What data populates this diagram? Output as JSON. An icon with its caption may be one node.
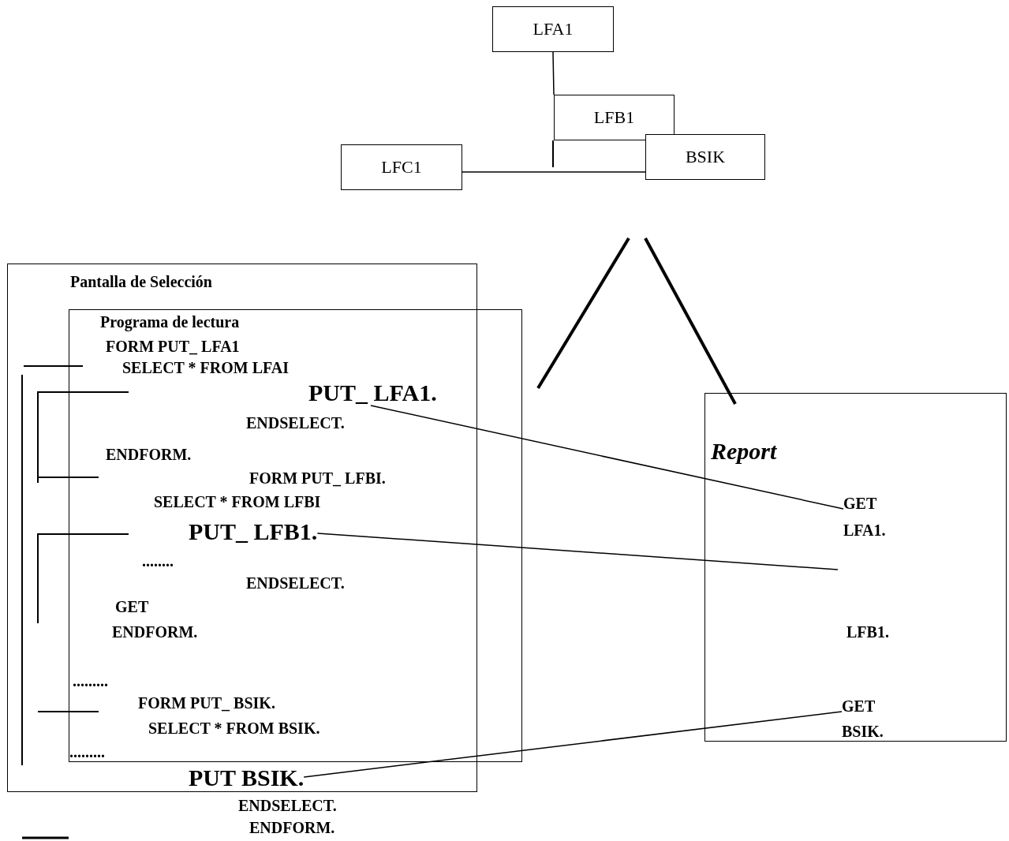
{
  "diagram": {
    "nodes": [
      {
        "text": [
          "LFA1"
        ]
      },
      {
        "text": [
          "LFB1"
        ]
      },
      {
        "text": [
          "BSIK"
        ]
      },
      {
        "text": [
          "LFC1"
        ]
      },
      {
        "text": [
          "Pantalla de Selección"
        ]
      },
      {
        "text": [
          "Programa de lectura"
        ]
      },
      {
        "text": [
          "PUT_ LFA1."
        ],
        "in": 5
      },
      {
        "text": [
          "PUT_ LFB1."
        ],
        "in": 5
      },
      {
        "text": [
          "PUT BSIK."
        ],
        "in": 4
      },
      {
        "text": [
          "Report"
        ]
      },
      {
        "text": [
          "GET LFA1."
        ],
        "in": 9
      },
      {
        "text": [
          "GET BSIK."
        ],
        "in": 9
      }
    ],
    "edges": [
      {
        "from": 0,
        "to": 1,
        "arrow": "none"
      },
      {
        "from": 3,
        "to": 2,
        "arrow": "none"
      },
      {
        "from": 6,
        "to": 10,
        "arrow": "none"
      },
      {
        "from": 7,
        "to": null,
        "arrow": "none"
      },
      {
        "from": 8,
        "to": 11,
        "arrow": "none"
      }
    ],
    "labels": [
      "FORM PUT_ LFA1",
      "SELECT * FROM LFAI",
      "ENDSELECT.",
      "ENDFORM.",
      "FORM PUT_ LFBI.",
      "SELECT * FROM LFBI",
      "........",
      "ENDSELECT.",
      "GET",
      "ENDFORM.",
      ".........",
      "FORM PUT_ BSIK.",
      "SELECT * FROM BSIK.",
      ".........",
      "ENDSELECT.",
      "ENDFORM.",
      "LFB1."
    ]
  }
}
